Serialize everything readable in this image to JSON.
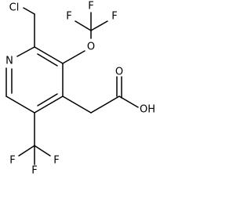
{
  "atoms": {
    "chlorine": "Cl",
    "ether_oxygen": "O",
    "ring_nitrogen": "N",
    "carbonyl_oxygen": "O",
    "hydroxyl": "OH",
    "f1": "F",
    "f2": "F",
    "f3": "F",
    "f4": "F",
    "f5": "F",
    "f6": "F"
  }
}
